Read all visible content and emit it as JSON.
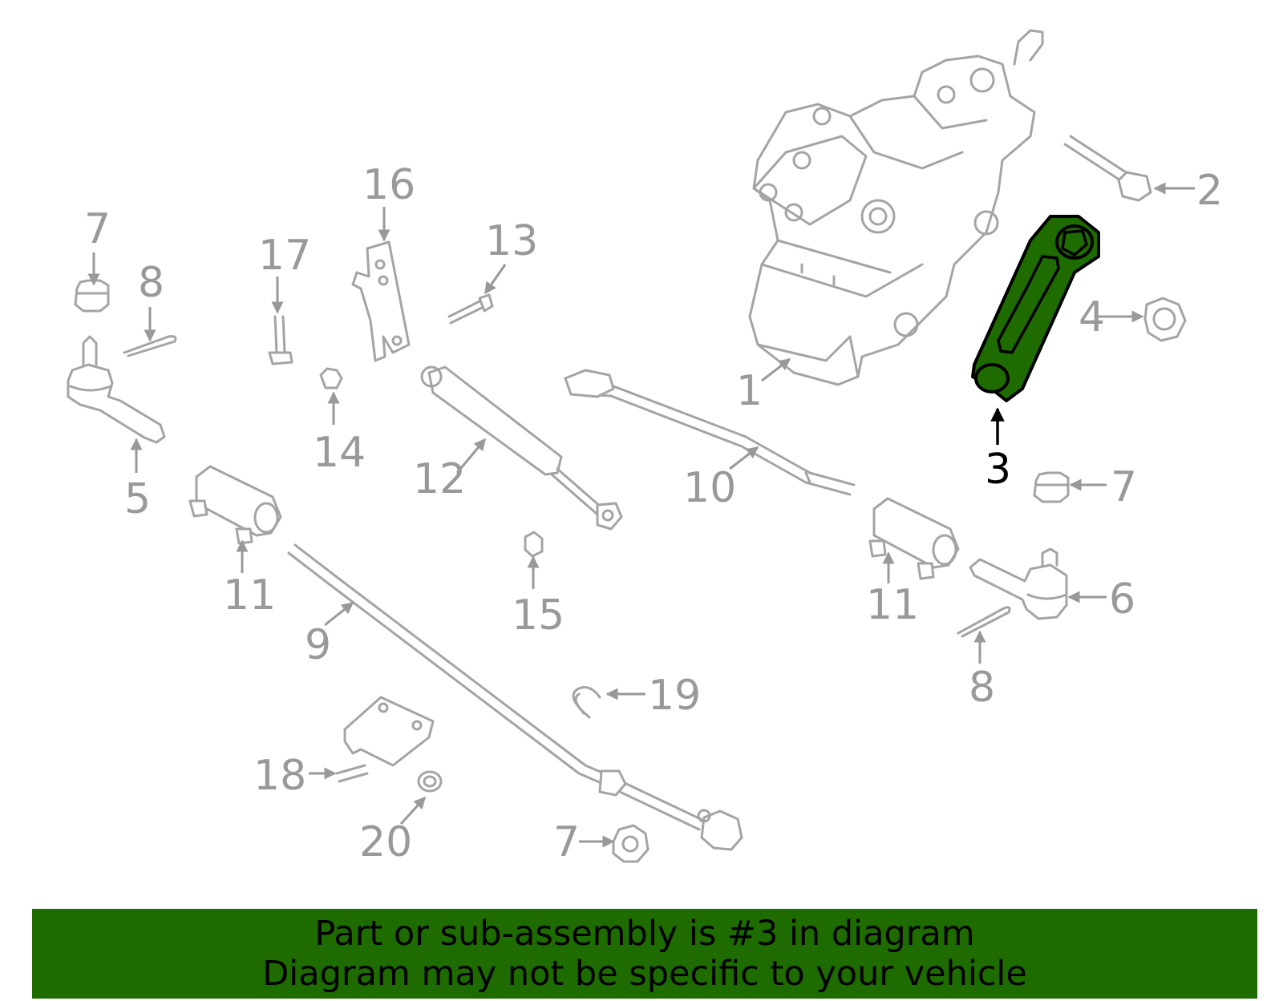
{
  "highlight_color": "#1e6b00",
  "part_line_color": "#a4a4a4",
  "callouts": {
    "c1": "1",
    "c2": "2",
    "c3": "3",
    "c4": "4",
    "c5": "5",
    "c6": "6",
    "c7a": "7",
    "c7b": "7",
    "c7c": "7",
    "c8a": "8",
    "c8b": "8",
    "c9": "9",
    "c10": "10",
    "c11a": "11",
    "c11b": "11",
    "c12": "12",
    "c13": "13",
    "c14": "14",
    "c15": "15",
    "c16": "16",
    "c17": "17",
    "c18": "18",
    "c19": "19",
    "c20": "20"
  },
  "highlighted_part": "3",
  "banner": {
    "line1": "Part or sub-assembly is #3 in diagram",
    "line2": "Diagram may not be specific to your vehicle"
  }
}
